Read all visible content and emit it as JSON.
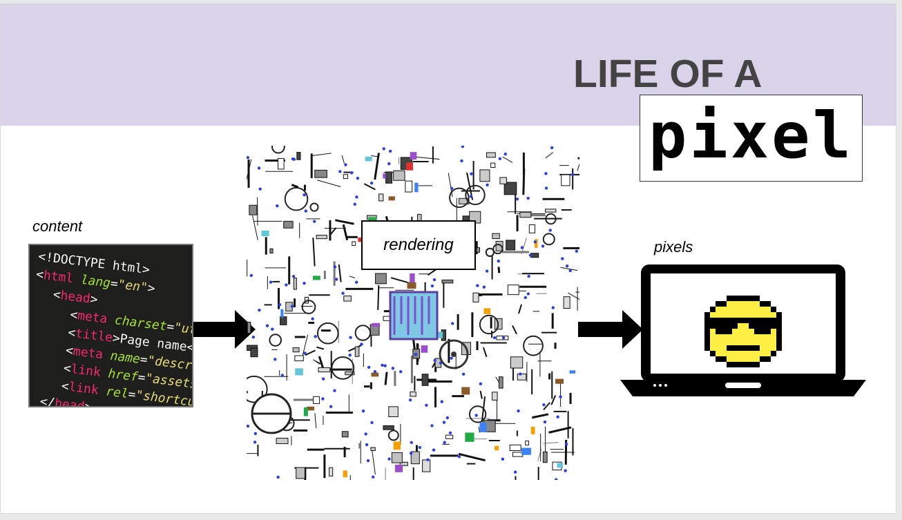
{
  "slide": {
    "title_line1": "LIFE OF A",
    "title_word": "pixel",
    "colors": {
      "banner": "#d9d2e9",
      "title_text": "#434343",
      "smiley": "#ffee44"
    }
  },
  "labels": {
    "content": "content",
    "rendering": "rendering",
    "pixels": "pixels"
  },
  "code_snippet": {
    "lines": [
      {
        "indent": 0,
        "parts": [
          {
            "cls": "white",
            "t": "<!DOCTYPE html>"
          }
        ]
      },
      {
        "indent": 0,
        "parts": [
          {
            "cls": "white",
            "t": "<"
          },
          {
            "cls": "tag",
            "t": "html"
          },
          {
            "cls": "white",
            "t": " "
          },
          {
            "cls": "attr",
            "t": "lang"
          },
          {
            "cls": "white",
            "t": "="
          },
          {
            "cls": "val",
            "t": "\"en\""
          },
          {
            "cls": "white",
            "t": ">"
          }
        ]
      },
      {
        "indent": 1,
        "parts": [
          {
            "cls": "white",
            "t": "<"
          },
          {
            "cls": "tag",
            "t": "head"
          },
          {
            "cls": "white",
            "t": ">"
          }
        ]
      },
      {
        "indent": 2,
        "parts": [
          {
            "cls": "white",
            "t": "<"
          },
          {
            "cls": "tag",
            "t": "meta"
          },
          {
            "cls": "white",
            "t": " "
          },
          {
            "cls": "attr",
            "t": "charset"
          },
          {
            "cls": "white",
            "t": "="
          },
          {
            "cls": "val",
            "t": "\"ut"
          }
        ]
      },
      {
        "indent": 2,
        "parts": [
          {
            "cls": "white",
            "t": "<"
          },
          {
            "cls": "tag",
            "t": "title"
          },
          {
            "cls": "white",
            "t": ">Page name</"
          }
        ]
      },
      {
        "indent": 2,
        "parts": [
          {
            "cls": "white",
            "t": "<"
          },
          {
            "cls": "tag",
            "t": "meta"
          },
          {
            "cls": "white",
            "t": " "
          },
          {
            "cls": "attr",
            "t": "name"
          },
          {
            "cls": "white",
            "t": "="
          },
          {
            "cls": "val",
            "t": "\"descri"
          }
        ]
      },
      {
        "indent": 2,
        "parts": [
          {
            "cls": "white",
            "t": "<"
          },
          {
            "cls": "tag",
            "t": "link"
          },
          {
            "cls": "white",
            "t": " "
          },
          {
            "cls": "attr",
            "t": "href"
          },
          {
            "cls": "white",
            "t": "="
          },
          {
            "cls": "val",
            "t": "\"assets/"
          }
        ]
      },
      {
        "indent": 2,
        "parts": [
          {
            "cls": "white",
            "t": "<"
          },
          {
            "cls": "tag",
            "t": "link"
          },
          {
            "cls": "white",
            "t": " "
          },
          {
            "cls": "attr",
            "t": "rel"
          },
          {
            "cls": "white",
            "t": "="
          },
          {
            "cls": "val",
            "t": "\"shortcut"
          }
        ]
      },
      {
        "indent": 1,
        "parts": [
          {
            "cls": "white",
            "t": "</"
          },
          {
            "cls": "tag",
            "t": "head"
          },
          {
            "cls": "white",
            "t": ">"
          }
        ]
      }
    ]
  },
  "icons": {
    "arrow_left": "right-arrow-icon",
    "arrow_right": "right-arrow-icon",
    "laptop": "laptop-icon",
    "smiley": "sunglasses-smiley-icon",
    "machine": "rendering-machine-illustration"
  }
}
